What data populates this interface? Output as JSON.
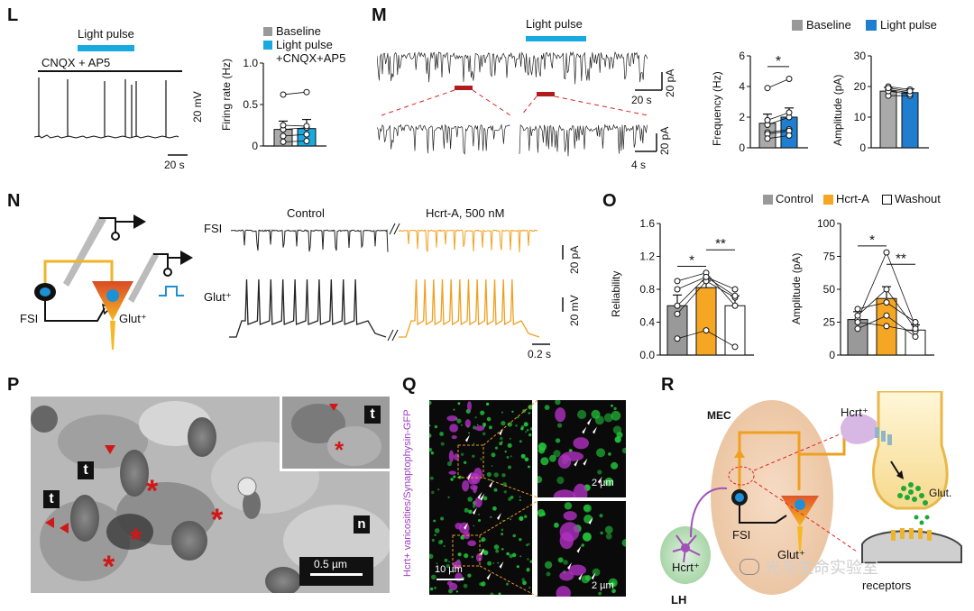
{
  "panels": {
    "L": "L",
    "M": "M",
    "N": "N",
    "O": "O",
    "P": "P",
    "Q": "Q",
    "R": "R"
  },
  "panel_L": {
    "light_pulse": "Light pulse",
    "condition": "CNQX + AP5",
    "scale_v": "20 mV",
    "scale_t": "20 s",
    "legend": [
      "Baseline",
      "Light pulse",
      "+CNQX+AP5"
    ],
    "chart_data": {
      "type": "bar",
      "ylabel": "Firing rate (Hz)",
      "ylim": [
        0,
        1.0
      ],
      "yticks": [
        "0",
        "0.5",
        "1.0"
      ],
      "series": [
        {
          "name": "Baseline",
          "values": [
            0.2
          ],
          "err": 0.1
        },
        {
          "name": "Light pulse +CNQX+AP5",
          "values": [
            0.21
          ],
          "err": 0.11
        }
      ]
    }
  },
  "panel_M": {
    "light_pulse": "Light pulse",
    "scale_a1": "20 pA",
    "scale_t1": "20 s",
    "scale_a2": "20 pA",
    "scale_t2": "4 s",
    "legend": [
      "Baseline",
      "Light pulse"
    ],
    "freq_chart": {
      "type": "bar",
      "ylabel": "Frequency (Hz)",
      "ylim": [
        0,
        6
      ],
      "yticks": [
        "0",
        "2",
        "4",
        "6"
      ],
      "significance": "*",
      "series": [
        {
          "name": "Baseline",
          "values": [
            1.6
          ],
          "err": 0.6
        },
        {
          "name": "Light pulse",
          "values": [
            2.0
          ],
          "err": 0.6
        }
      ]
    },
    "amp_chart": {
      "type": "bar",
      "ylabel": "Amplitude (pA)",
      "ylim": [
        0,
        30
      ],
      "yticks": [
        "0",
        "10",
        "20",
        "30"
      ],
      "series": [
        {
          "name": "Baseline",
          "values": [
            18.5
          ],
          "err": 1.2
        },
        {
          "name": "Light pulse",
          "values": [
            18.0
          ],
          "err": 1.2
        }
      ]
    }
  },
  "panel_N": {
    "fsi": "FSI",
    "glut": "Glut⁺",
    "trace_fsi": "FSI",
    "trace_glut": "Glut⁺",
    "control": "Control",
    "hcrt": "Hcrt-A, 500 nM",
    "scale_a": "20 pA",
    "scale_v": "20 mV",
    "scale_t": "0.2 s"
  },
  "panel_O": {
    "legend": [
      "Control",
      "Hcrt-A",
      "Washout"
    ],
    "colors": {
      "control": "#999999",
      "hcrt": "#f5a623",
      "washout": "#ffffff"
    },
    "rel_chart": {
      "type": "bar",
      "ylabel": "Reliability",
      "ylim": [
        0,
        1.6
      ],
      "yticks": [
        "0.0",
        "0.4",
        "0.8",
        "1.2",
        "1.6"
      ],
      "sig": [
        "*",
        "**"
      ],
      "series": [
        {
          "name": "Control",
          "values": [
            0.6
          ],
          "err": 0.13
        },
        {
          "name": "Hcrt-A",
          "values": [
            0.82
          ],
          "err": 0.08
        },
        {
          "name": "Washout",
          "values": [
            0.6
          ],
          "err": 0.12
        }
      ]
    },
    "amp_chart": {
      "type": "bar",
      "ylabel": "Amplitude (pA)",
      "ylim": [
        0,
        100
      ],
      "yticks": [
        "0",
        "25",
        "50",
        "75",
        "100"
      ],
      "sig": [
        "*",
        "**"
      ],
      "series": [
        {
          "name": "Control",
          "values": [
            27
          ],
          "err": 6
        },
        {
          "name": "Hcrt-A",
          "values": [
            43
          ],
          "err": 9
        },
        {
          "name": "Washout",
          "values": [
            19
          ],
          "err": 4
        }
      ]
    }
  },
  "panel_P": {
    "t1": "t",
    "t2": "t",
    "t3": "t",
    "n": "n",
    "scale": "0.5 µm"
  },
  "panel_Q": {
    "side_label": "Hcrt+ varicosities/Synaptophysin-GFP",
    "scale_main": "10 µm",
    "scale_inset1": "2 µm",
    "scale_inset2": "2 µm"
  },
  "panel_R": {
    "mec": "MEC",
    "fsi": "FSI",
    "glut": "Glut⁺",
    "hcrt_lh": "Hcrt⁺",
    "lh": "LH",
    "hcrt_top": "Hcrt⁺",
    "glut_label": "Glut.",
    "receptors": "receptors",
    "watermark": "光与生命实验室"
  }
}
